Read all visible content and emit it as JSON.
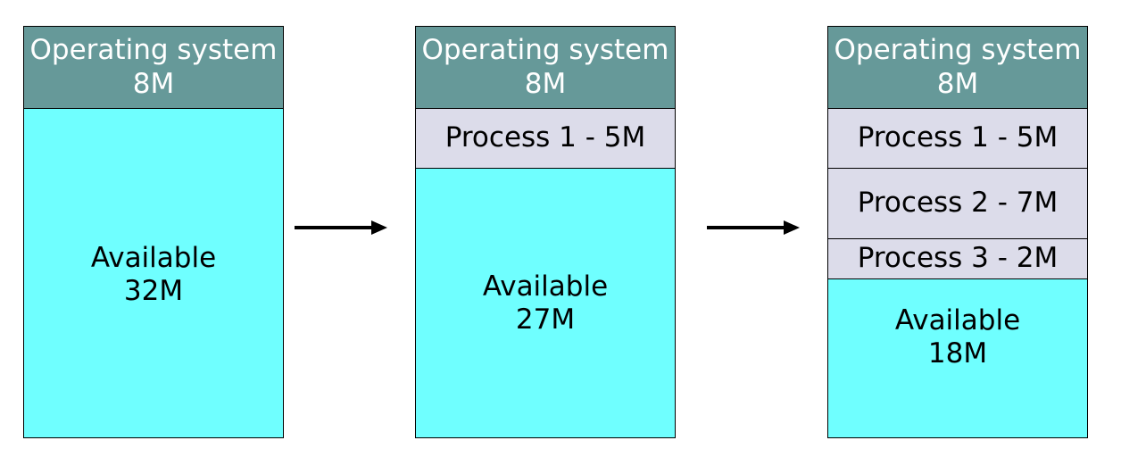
{
  "colors": {
    "os": "#669999",
    "process": "#dcdcea",
    "available": "#6fffff",
    "border": "#000000"
  },
  "stages": [
    {
      "os": {
        "label": "Operating system",
        "size": "8M"
      },
      "processes": [],
      "available": {
        "label": "Available",
        "size": "32M"
      }
    },
    {
      "os": {
        "label": "Operating system",
        "size": "8M"
      },
      "processes": [
        {
          "label": "Process 1 - 5M"
        }
      ],
      "available": {
        "label": "Available",
        "size": "27M"
      }
    },
    {
      "os": {
        "label": "Operating system",
        "size": "8M"
      },
      "processes": [
        {
          "label": "Process 1 - 5M"
        },
        {
          "label": "Process 2 - 7M"
        },
        {
          "label": "Process 3 - 2M"
        }
      ],
      "available": {
        "label": "Available",
        "size": "18M"
      }
    }
  ]
}
